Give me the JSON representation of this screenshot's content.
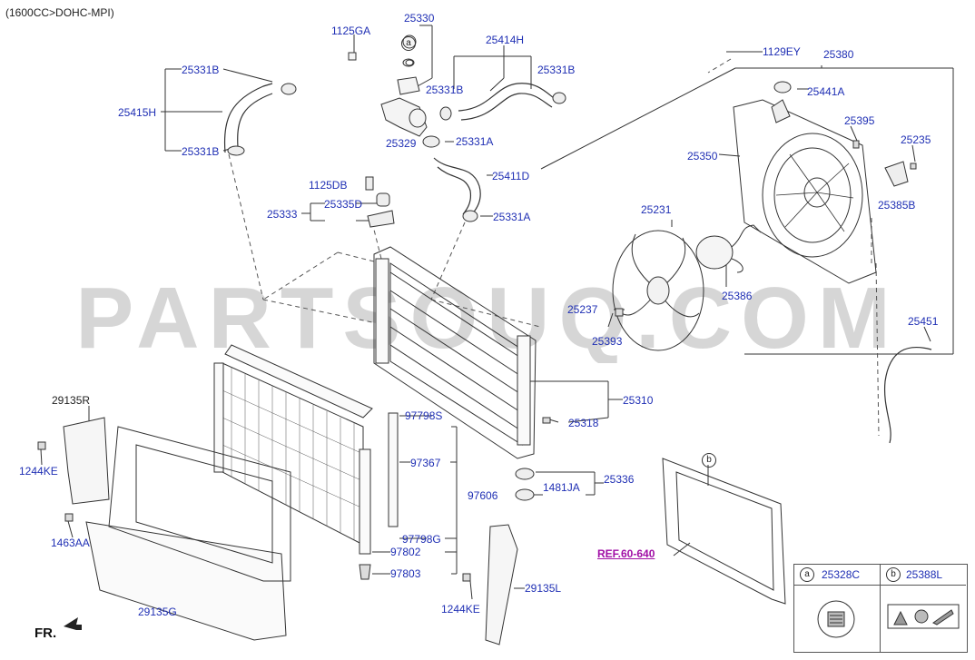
{
  "header": {
    "title": "(1600CC>DOHC-MPI)"
  },
  "watermark": {
    "text": "PARTSOUQ.COM"
  },
  "legend": {
    "a": {
      "marker": "a",
      "part": "25328C"
    },
    "b": {
      "marker": "b",
      "part": "25388L"
    }
  },
  "labels": {
    "p1125GA": "1125GA",
    "p25330": "25330",
    "a_marker": "a",
    "p25414H": "25414H",
    "p1129EY": "1129EY",
    "p25380": "25380",
    "p25331B_top": "25331B",
    "p25415H": "25415H",
    "p25331B_bot": "25331B",
    "p25331B_mid": "25331B",
    "p25331B_right": "25331B",
    "p25441A": "25441A",
    "p25395": "25395",
    "p25235": "25235",
    "p25329": "25329",
    "p25331A_top": "25331A",
    "p25350": "25350",
    "p25411D": "25411D",
    "p1125DB": "1125DB",
    "p25335D": "25335D",
    "p25333": "25333",
    "p25331A_bot": "25331A",
    "p25385B": "25385B",
    "p25231": "25231",
    "p25386": "25386",
    "p25237": "25237",
    "p25393": "25393",
    "p25451": "25451",
    "p25310": "25310",
    "p29135R": "29135R",
    "p97798S": "97798S",
    "p25318": "25318",
    "p97367": "97367",
    "p1244KE_left": "1244KE",
    "p25336": "25336",
    "p1481JA": "1481JA",
    "p97606": "97606",
    "b_marker": "b",
    "p1463AA": "1463AA",
    "p97798G": "97798G",
    "p97802": "97802",
    "ref": "REF.60-640",
    "p97803": "97803",
    "p29135L": "29135L",
    "p1244KE_right": "1244KE",
    "p29135G": "29135G",
    "fr": "FR."
  }
}
